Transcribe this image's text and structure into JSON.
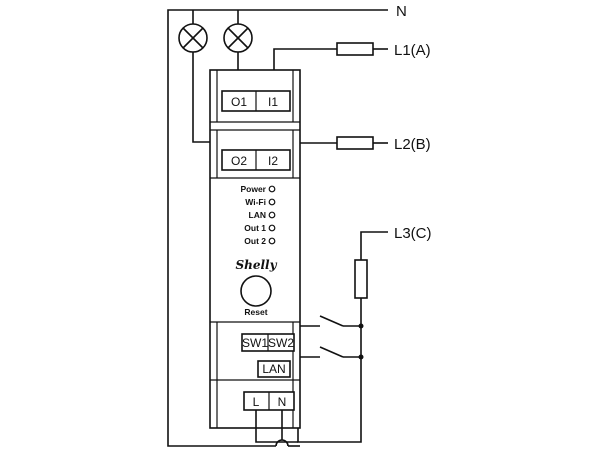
{
  "supply_lines": {
    "neutral": "N",
    "l1": "L1(A)",
    "l2": "L2(B)",
    "l3": "L3(C)"
  },
  "terminals": {
    "top_o": "O1",
    "top_i": "I1",
    "mid_o": "O2",
    "mid_i": "I2",
    "sw1": "SW1",
    "sw2": "SW2",
    "lan": "LAN",
    "l": "L",
    "n": "N"
  },
  "indicators": [
    "Power",
    "Wi-Fi",
    "LAN",
    "Out 1",
    "Out 2"
  ],
  "device": {
    "logo": "Shelly",
    "reset_label": "Reset"
  }
}
